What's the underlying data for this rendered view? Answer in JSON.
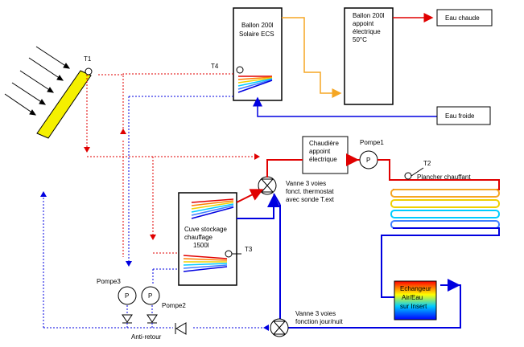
{
  "labels": {
    "ballon_solaire": [
      "Ballon 200l",
      "Solaire ECS"
    ],
    "ballon_appoint": [
      "Ballon 200l",
      "appoint",
      "électrique",
      "50°C"
    ],
    "eau_chaude": "Eau chaude",
    "eau_froide": "Eau froide",
    "chaudiere": [
      "Chaudière",
      "appoint",
      "électrique"
    ],
    "pompe1": "Pompe1",
    "pompe_symbol": "P",
    "t1": "T1",
    "t2": "T2",
    "t3": "T3",
    "t4": "T4",
    "plancher": "Plancher chauffant",
    "vanne_thermostat": [
      "Vanne 3 voies",
      "fonct. thermostat",
      "avec sonde T.ext"
    ],
    "cuve": [
      "Cuve stockage",
      "chauffage",
      "1500l"
    ],
    "pompe3": "Pompe3",
    "pompe2": "Pompe2",
    "echangeur": [
      "Echangeur",
      "Air/Eau",
      "sur Insert"
    ],
    "vanne_jour_nuit": [
      "Vanne 3 voies",
      "fonction jour/nuit"
    ],
    "anti_retour": "Anti-retour"
  },
  "colors": {
    "hot": "#e00000",
    "cold": "#0000e0",
    "ecs_hot": "#f5a623",
    "panel": "#f5f000"
  }
}
